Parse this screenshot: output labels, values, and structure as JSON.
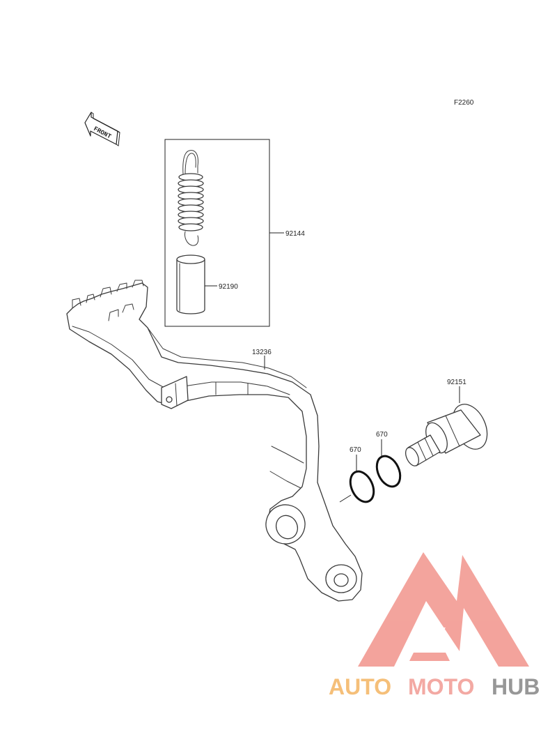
{
  "diagram_code": "F2260",
  "front_arrow_label": "FRONT",
  "parts": {
    "spring": "92144",
    "collar": "92190",
    "brake_pedal": "13236",
    "shaft": "92151",
    "oring_1": "670",
    "oring_2": "670"
  },
  "watermark": {
    "part1": "AUTO",
    "part2": "MOTO",
    "part3": "HUB",
    "colors": {
      "auto": "#f5b96b",
      "moto": "#f2a09a",
      "hub": "#8c8c8c",
      "logo": "#f29a92"
    }
  }
}
